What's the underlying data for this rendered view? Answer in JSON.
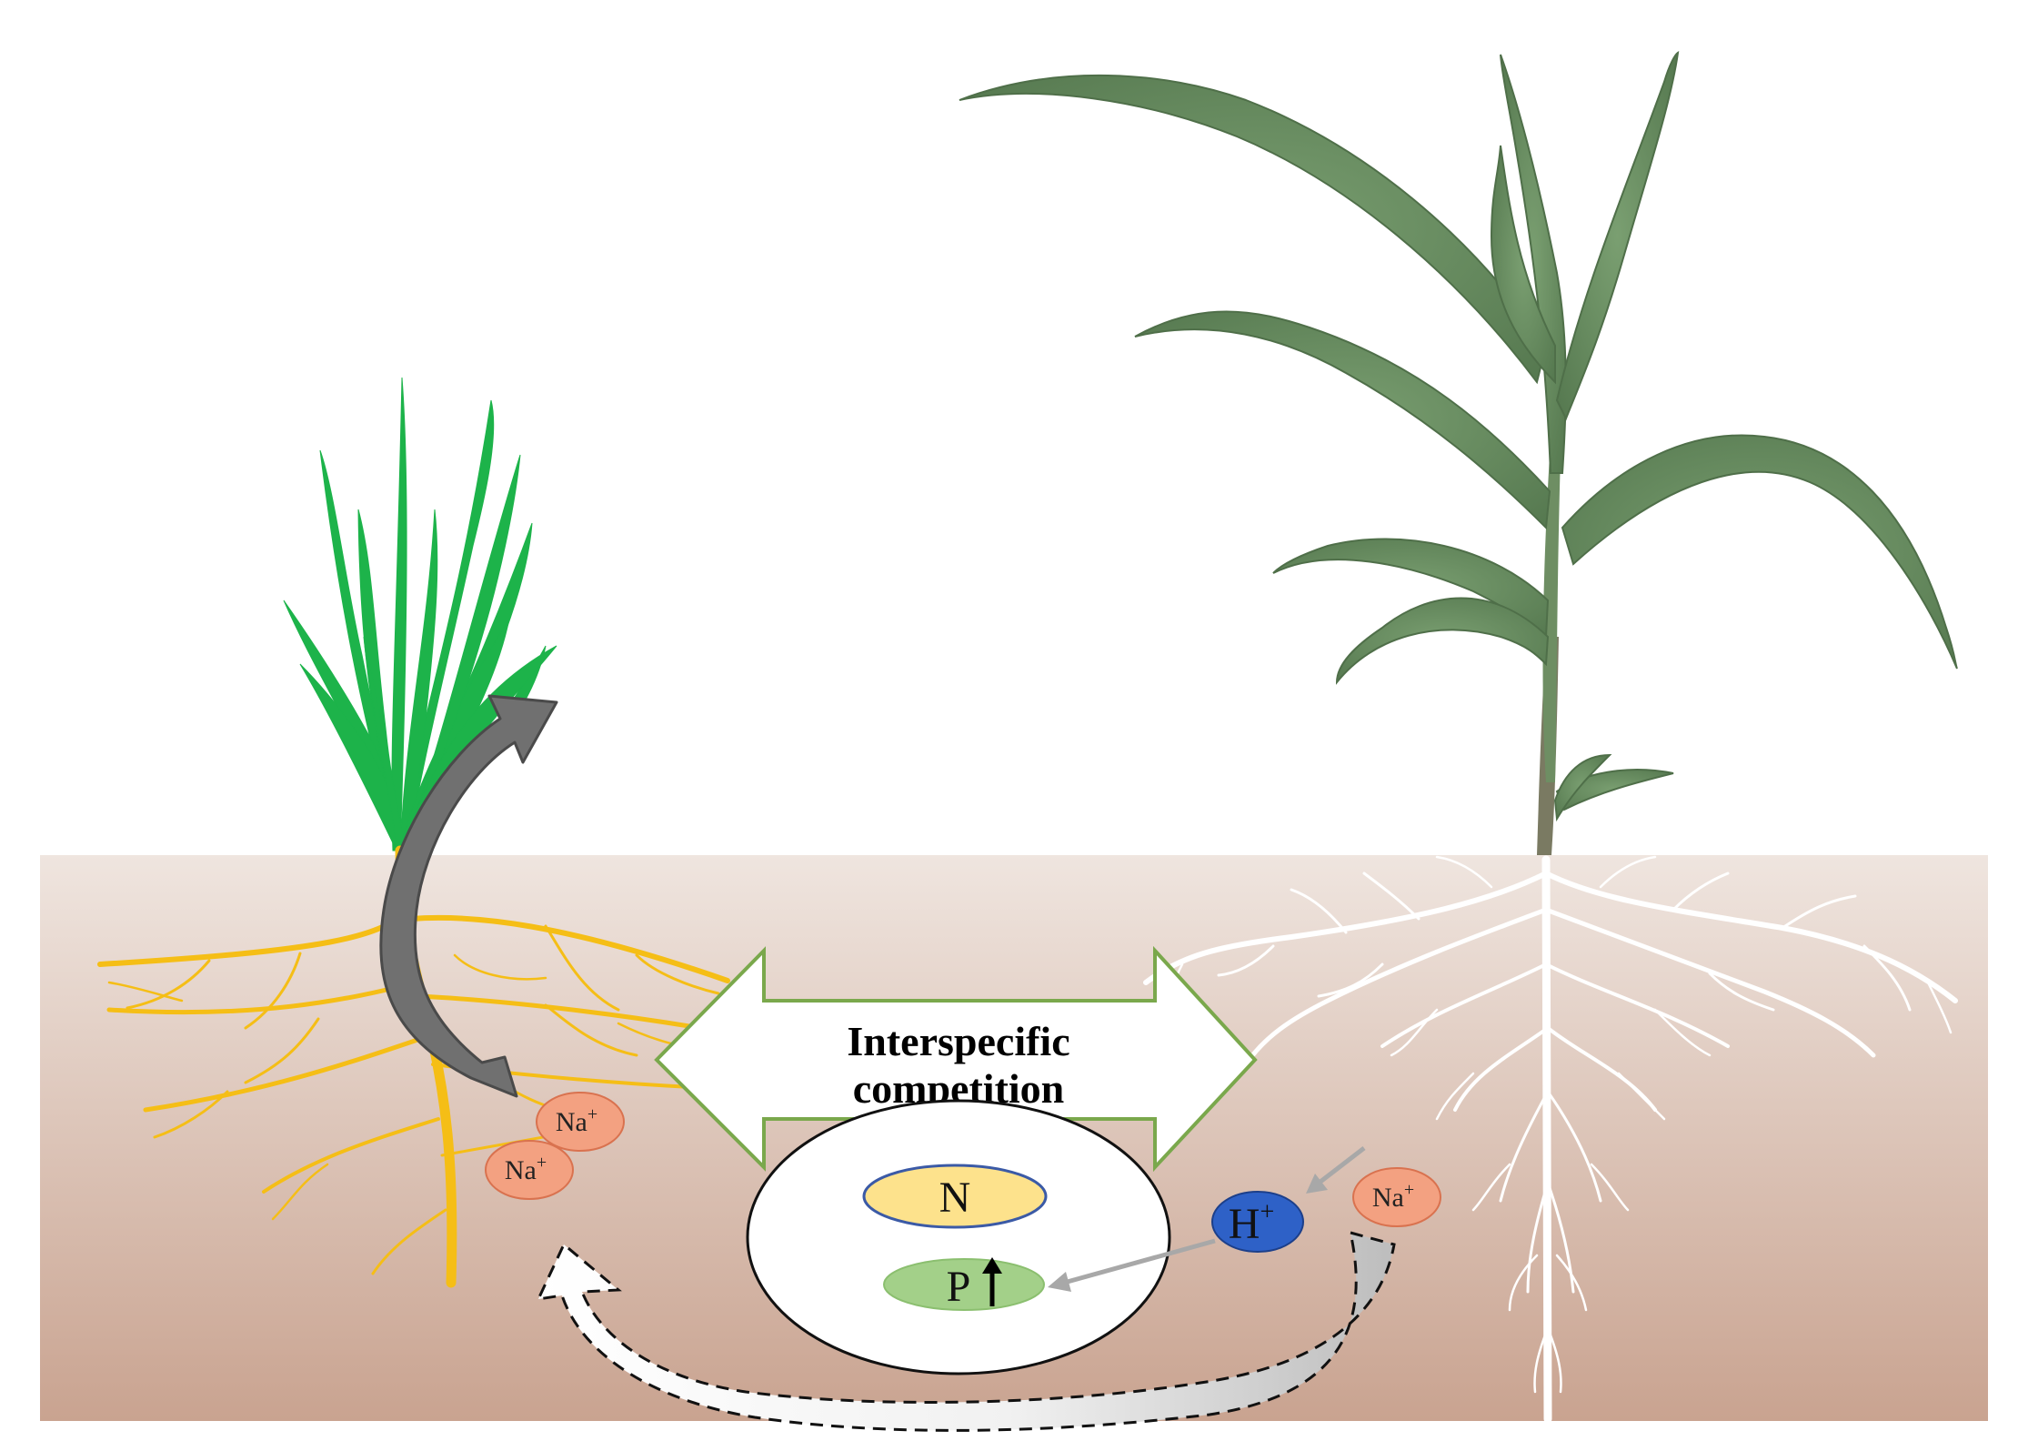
{
  "labels": {
    "competition_line1": "Interspecific",
    "competition_line2": "competition",
    "nitrogen": "N",
    "phosphorus": "P",
    "proton": "H",
    "proton_charge": "+",
    "sodium": "Na",
    "sodium_charge": "+"
  },
  "colors": {
    "soil_top": "#efe5df",
    "soil_bottom": "#c9a390",
    "halophyte_leaf": "#1db34a",
    "halophyte_root": "#f5be16",
    "maize_leaf": "#6a8f62",
    "maize_root": "#ffffff",
    "arrow_gray": "#707070",
    "competition_border": "#7aa84c",
    "nitrogen_fill": "#fde28c",
    "nitrogen_border": "#3b5aa6",
    "phosphorus_fill": "#a3d089",
    "proton_fill": "#2e61c7",
    "sodium_fill": "#f3a181",
    "sodium_border": "#d9724f"
  }
}
